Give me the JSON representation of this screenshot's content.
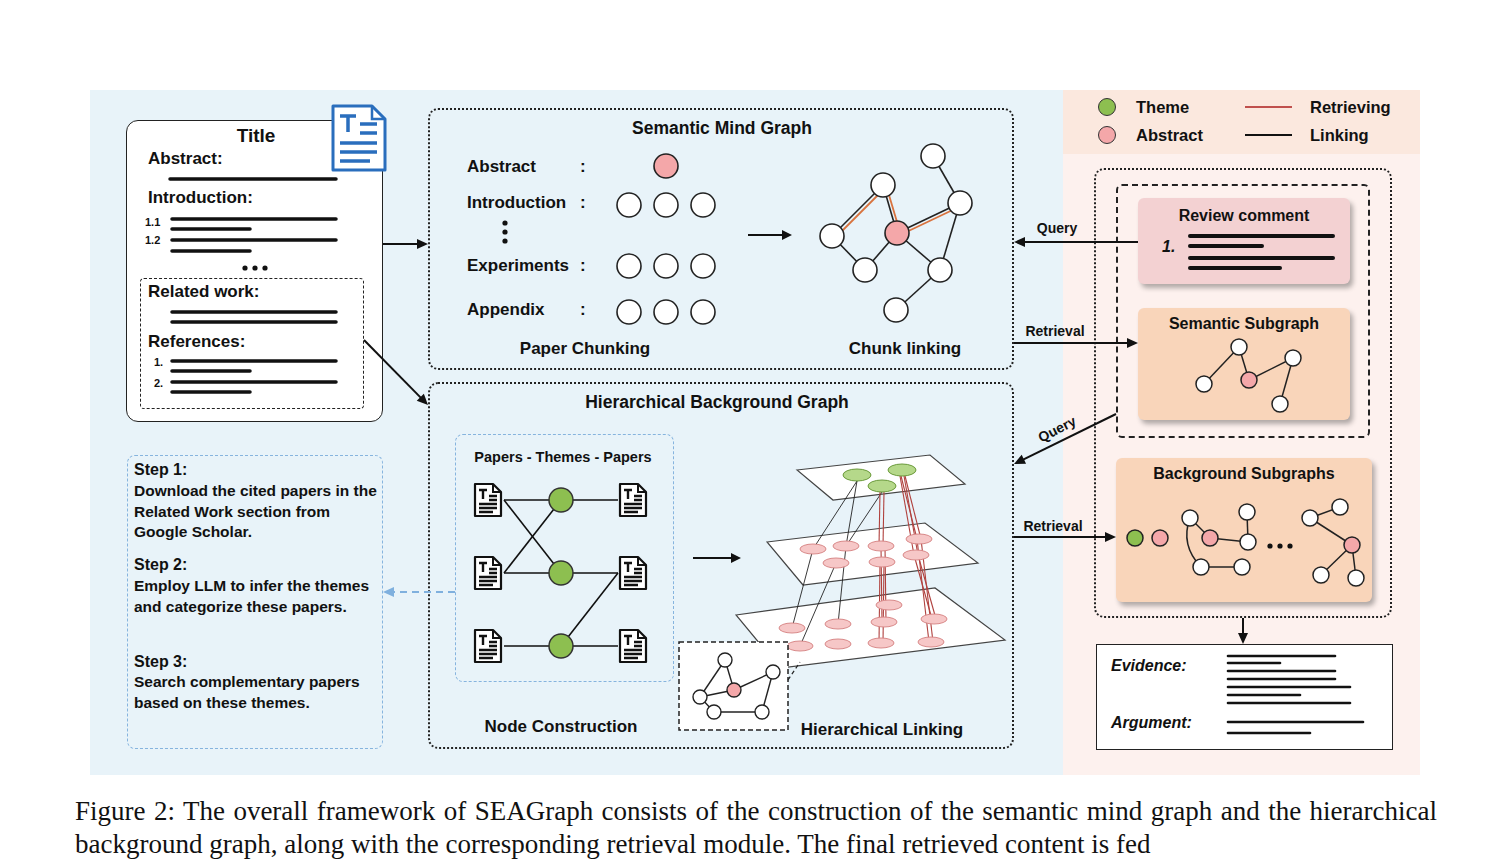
{
  "diagram": {
    "caption": "Figure 2: The overall framework of SEAGraph consists of the construction of the semantic mind graph and the hierarchical background graph, along with the corresponding retrieval module. The final retrieved content is fed",
    "nodes": [
      {
        "text": [
          "Title",
          "Abstract:",
          "Introduction:",
          "1.1",
          "1.2"
        ]
      },
      {
        "text": [
          "Related work:",
          "References:",
          "1.",
          "2."
        ],
        "in": 0
      },
      {
        "text": [
          "Semantic Mind Graph",
          "Abstract",
          ":",
          "Introduction",
          ":",
          "Experiments",
          ":",
          "Appendix",
          ":",
          "Paper Chunking",
          "Chunk linking"
        ]
      },
      {
        "text": [
          "Hierarchical Background Graph",
          "Node Construction",
          "Hierarchical Linking"
        ]
      },
      {
        "text": [
          "Papers - Themes - Papers"
        ],
        "in": 3
      },
      {
        "text": [
          "Step 1:",
          "Download the cited papers in the Related Work section from Google Scholar.",
          "Step 2:",
          "Employ LLM to infer the themes and categorize these papers.",
          "Step 3:",
          "Search complementary papers based on these themes."
        ]
      },
      {
        "text": []
      },
      {
        "text": [],
        "in": 6
      },
      {
        "text": [
          "Review comment",
          "1."
        ],
        "in": 7
      },
      {
        "text": [
          "Semantic Subgraph"
        ],
        "in": 7
      },
      {
        "text": [
          "Background Subgraphs"
        ],
        "in": 6
      },
      {
        "text": [
          "Evidence:",
          "Argument:"
        ]
      }
    ],
    "edges": [
      {
        "from": 0,
        "to": 2,
        "arrow": "to"
      },
      {
        "from": 1,
        "to": 3,
        "arrow": "to"
      },
      {
        "from": 4,
        "to": 5,
        "arrow": "to"
      },
      {
        "from": 8,
        "to": 2,
        "arrow": "to",
        "label": "Query"
      },
      {
        "from": 2,
        "to": 9,
        "arrow": "to",
        "label": "Retrieval"
      },
      {
        "from": 7,
        "to": 3,
        "arrow": "to",
        "label": "Query"
      },
      {
        "from": 3,
        "to": 10,
        "arrow": "to",
        "label": "Retrieval"
      },
      {
        "from": 6,
        "to": 11,
        "arrow": "to"
      }
    ],
    "legend": [
      {
        "text": "Theme",
        "color": "#8dbf50"
      },
      {
        "text": "Abstract",
        "color": "#f4a7a9"
      },
      {
        "text": "Retrieving"
      },
      {
        "text": "Linking"
      }
    ]
  }
}
